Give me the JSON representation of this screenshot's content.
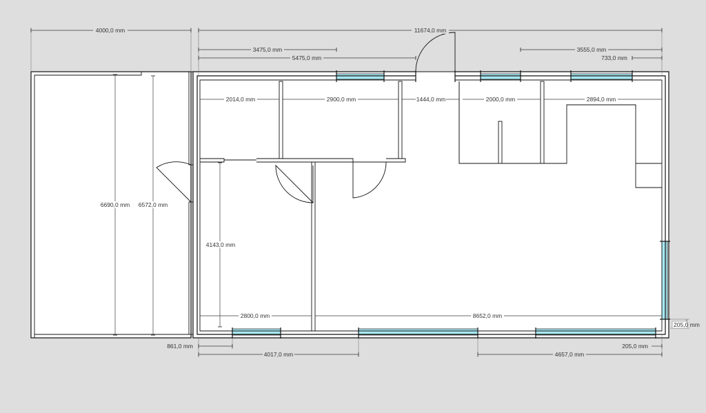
{
  "colors": {
    "background": "#dedede",
    "floor": "#ffffff",
    "wall": "#111111",
    "glazing": "#a8e8f2",
    "dimension": "#3a3a3a"
  },
  "dimensions": {
    "terrace_width": "4000,0 mm",
    "house_width": "11674,0 mm",
    "top_offset_a": "3475,0 mm",
    "top_offset_b": "5475,0 mm",
    "top_right_a": "3555,0 mm",
    "top_right_b": "733,0 mm",
    "room1_width": "2014,0 mm",
    "room2_width": "2900,0 mm",
    "corridor_width": "1444,0 mm",
    "room3_width": "2000,0 mm",
    "room4_width": "2894,0 mm",
    "terrace_depth": "6690,0 mm",
    "house_depth": "6572,0 mm",
    "bedroom_depth": "4143,0 mm",
    "bedroom_width": "2800,0 mm",
    "living_width": "8652,0 mm",
    "right_small": "205,0 mm",
    "bottom_offset_a": "861,0 mm",
    "bottom_offset_b": "4017,0 mm",
    "bottom_right_a": "205,0 mm",
    "bottom_right_b": "4657,0 mm"
  }
}
